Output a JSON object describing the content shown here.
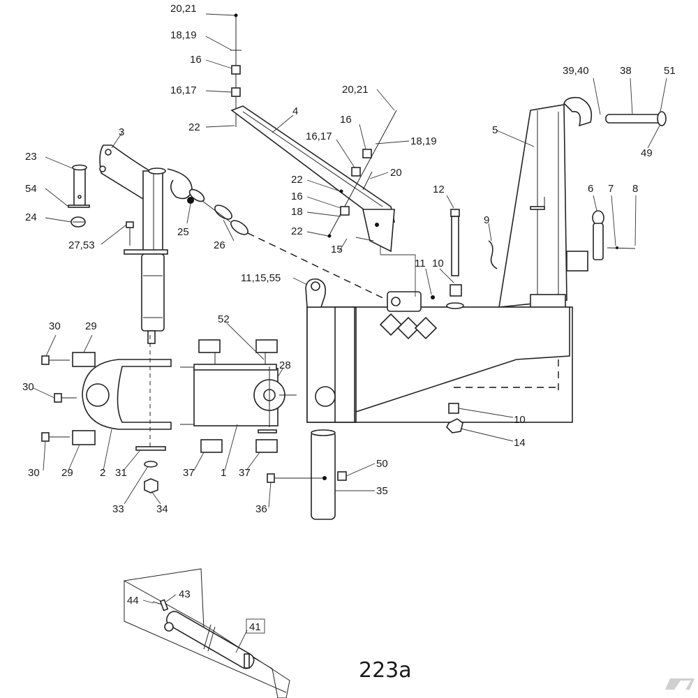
{
  "diagram": {
    "figure_id": "223a",
    "callouts": [
      {
        "id": "c_20_21_top",
        "text": "20,21"
      },
      {
        "id": "c_18_19_top",
        "text": "18,19"
      },
      {
        "id": "c_16_top",
        "text": "16"
      },
      {
        "id": "c_16_17_top",
        "text": "16,17"
      },
      {
        "id": "c_22_top",
        "text": "22"
      },
      {
        "id": "c_4",
        "text": "4"
      },
      {
        "id": "c_3",
        "text": "3"
      },
      {
        "id": "c_23",
        "text": "23"
      },
      {
        "id": "c_54",
        "text": "54"
      },
      {
        "id": "c_24",
        "text": "24"
      },
      {
        "id": "c_27_53",
        "text": "27,53"
      },
      {
        "id": "c_25",
        "text": "25"
      },
      {
        "id": "c_26",
        "text": "26"
      },
      {
        "id": "c_20_21_mid",
        "text": "20,21"
      },
      {
        "id": "c_16_mid",
        "text": "16"
      },
      {
        "id": "c_18_19_mid",
        "text": "18,19"
      },
      {
        "id": "c_16_17_mid",
        "text": "16,17"
      },
      {
        "id": "c_20_mid",
        "text": "20"
      },
      {
        "id": "c_22_mid",
        "text": "22"
      },
      {
        "id": "c_16_low",
        "text": "16"
      },
      {
        "id": "c_18",
        "text": "18"
      },
      {
        "id": "c_22_low",
        "text": "22"
      },
      {
        "id": "c_15",
        "text": "15"
      },
      {
        "id": "c_12",
        "text": "12"
      },
      {
        "id": "c_9",
        "text": "9"
      },
      {
        "id": "c_11",
        "text": "11"
      },
      {
        "id": "c_10_top",
        "text": "10"
      },
      {
        "id": "c_11_15_55",
        "text": "11,15,55"
      },
      {
        "id": "c_39_40",
        "text": "39,40"
      },
      {
        "id": "c_38",
        "text": "38"
      },
      {
        "id": "c_51",
        "text": "51"
      },
      {
        "id": "c_5",
        "text": "5"
      },
      {
        "id": "c_49",
        "text": "49"
      },
      {
        "id": "c_6",
        "text": "6"
      },
      {
        "id": "c_7",
        "text": "7"
      },
      {
        "id": "c_8",
        "text": "8"
      },
      {
        "id": "c_30_a",
        "text": "30"
      },
      {
        "id": "c_29_a",
        "text": "29"
      },
      {
        "id": "c_52",
        "text": "52"
      },
      {
        "id": "c_28",
        "text": "28"
      },
      {
        "id": "c_30_b",
        "text": "30"
      },
      {
        "id": "c_30_c",
        "text": "30"
      },
      {
        "id": "c_29_b",
        "text": "29"
      },
      {
        "id": "c_2",
        "text": "2"
      },
      {
        "id": "c_31",
        "text": "31"
      },
      {
        "id": "c_37_a",
        "text": "37"
      },
      {
        "id": "c_1",
        "text": "1"
      },
      {
        "id": "c_37_b",
        "text": "37"
      },
      {
        "id": "c_33",
        "text": "33"
      },
      {
        "id": "c_34",
        "text": "34"
      },
      {
        "id": "c_10_low",
        "text": "10"
      },
      {
        "id": "c_14",
        "text": "14"
      },
      {
        "id": "c_50",
        "text": "50"
      },
      {
        "id": "c_35",
        "text": "35"
      },
      {
        "id": "c_36",
        "text": "36"
      },
      {
        "id": "c_44",
        "text": "44"
      },
      {
        "id": "c_43",
        "text": "43"
      },
      {
        "id": "c_41",
        "text": "41"
      }
    ]
  }
}
